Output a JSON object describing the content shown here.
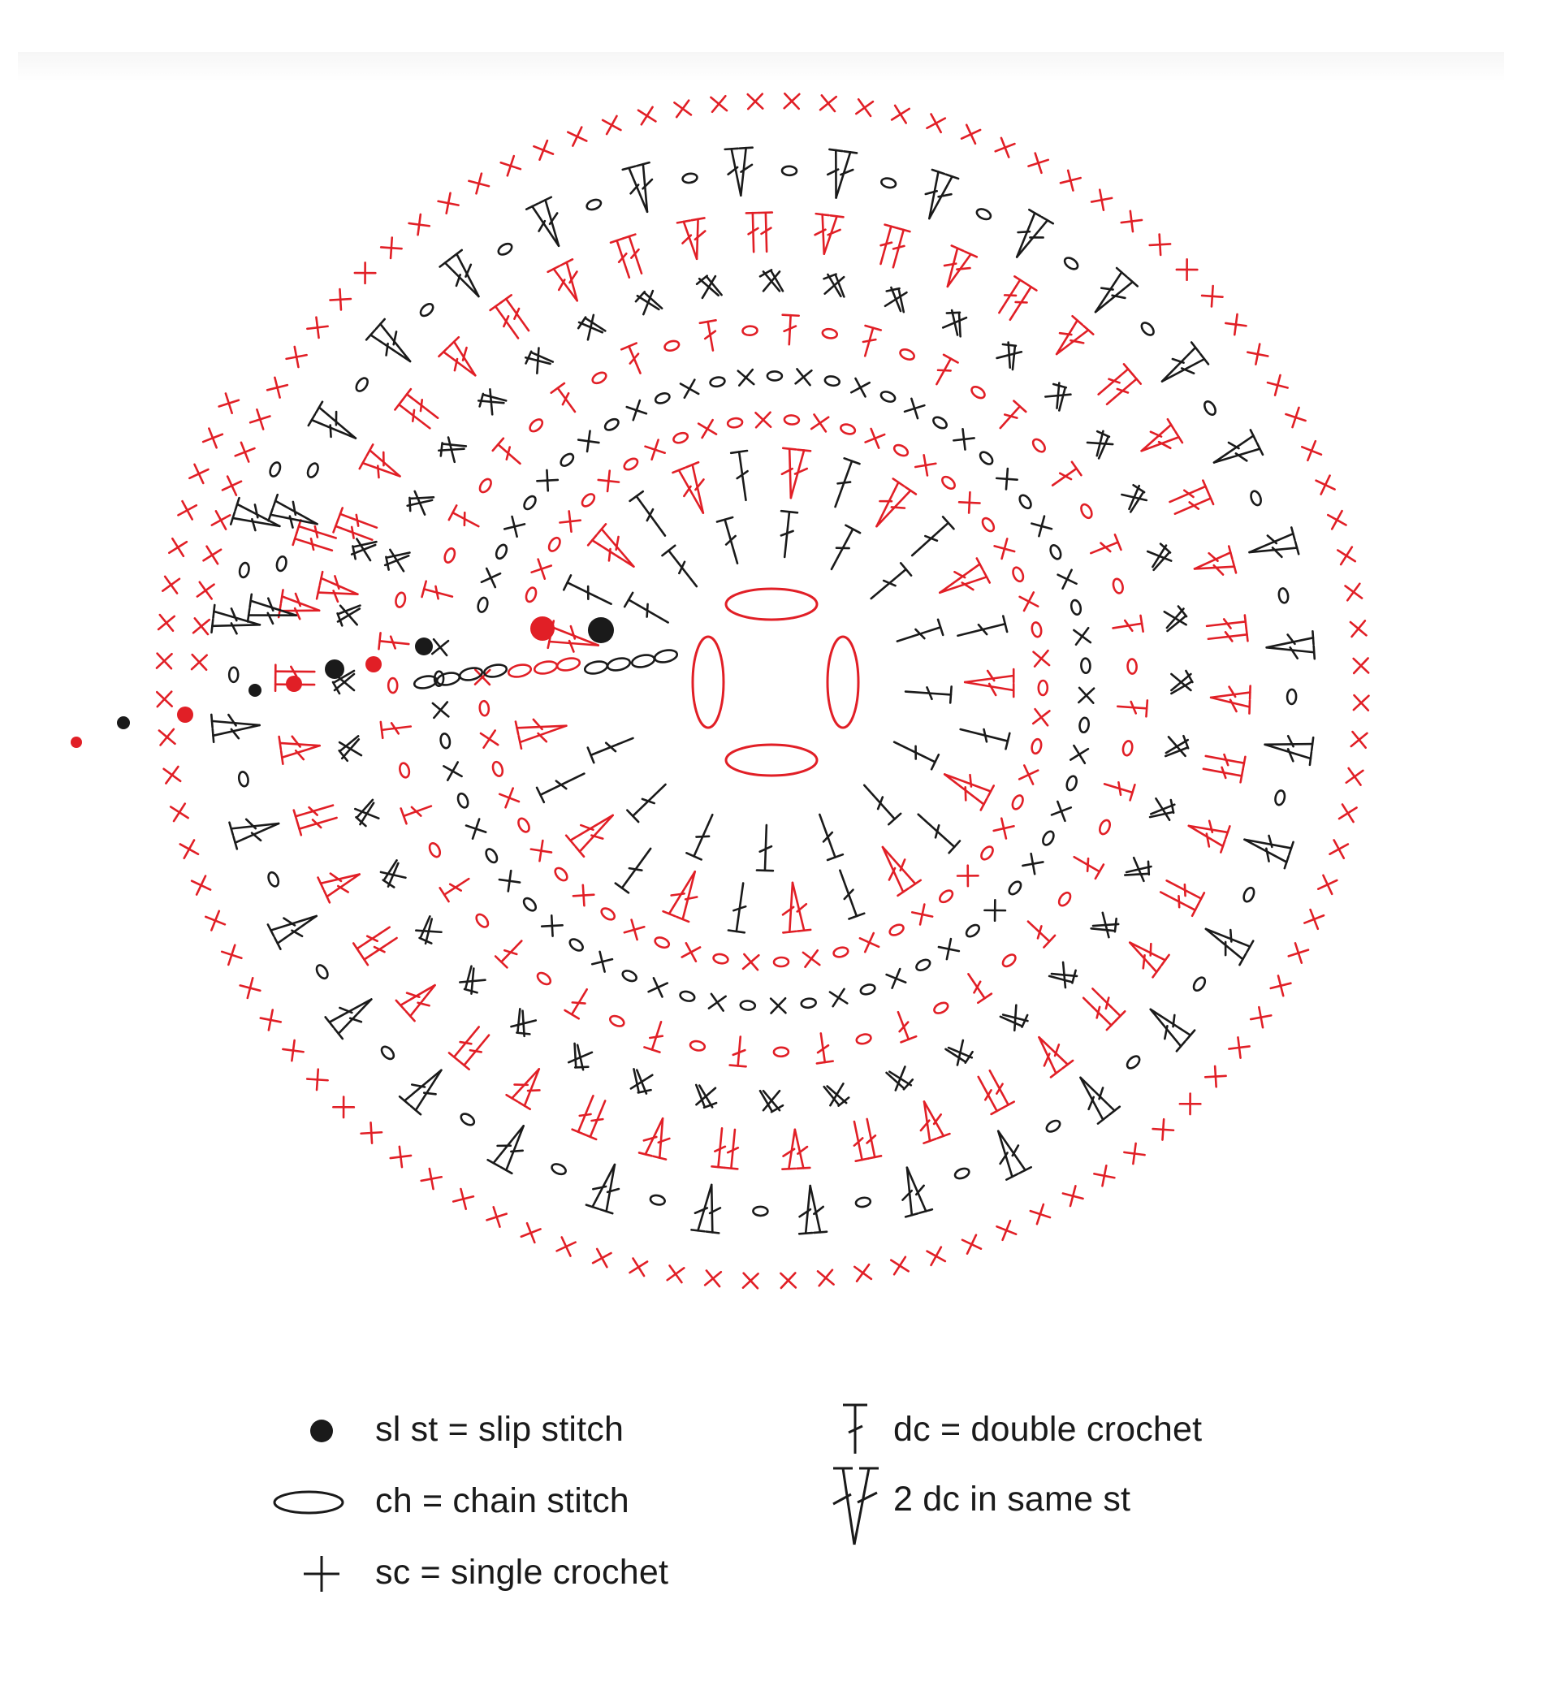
{
  "colors": {
    "black": "#1a1a1a",
    "red": "#e11f26"
  },
  "legend": {
    "slip_stitch": "sl st = slip stitch",
    "chain_stitch": "ch = chain stitch",
    "single_crochet": "sc = single crochet",
    "double_crochet": "dc = double crochet",
    "two_dc_same_st": "2 dc in same st"
  }
}
